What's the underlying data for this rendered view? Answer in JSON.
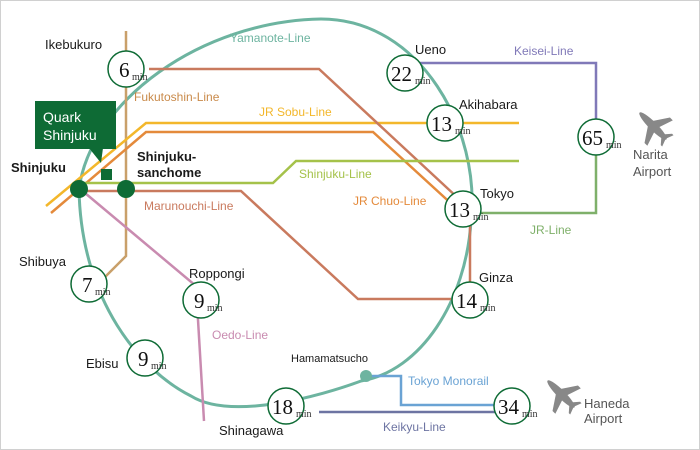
{
  "title": "Access map to Quark Shinjuku",
  "colors": {
    "yamanote": "#6db4a0",
    "fukutoshin": "#c9a06a",
    "sobu": "#f3b72b",
    "chuo": "#e48a3b",
    "marunouchi": "#c97a5e",
    "shinjuku_line": "#a5c24a",
    "oedo": "#c98bb0",
    "keisei": "#8079b8",
    "jr_narita": "#7fb06a",
    "monorail": "#6aa3d4",
    "keikyu": "#6d74a2",
    "station_green": "#0e6b35",
    "airport_gray": "#888888"
  },
  "destination": {
    "label_line1": "Quark",
    "label_line2": "Shinjuku"
  },
  "origin_stations": [
    {
      "id": "shinjuku",
      "name": "Shinjuku"
    },
    {
      "id": "shinjuku-sanchome",
      "name_line1": "Shinjuku-",
      "name_line2": "sanchome"
    }
  ],
  "stations": [
    {
      "id": "ikebukuro",
      "name": "Ikebukuro",
      "minutes": "6",
      "unit": "min"
    },
    {
      "id": "ueno",
      "name": "Ueno",
      "minutes": "22",
      "unit": "min"
    },
    {
      "id": "akihabara",
      "name": "Akihabara",
      "minutes": "13",
      "unit": "min"
    },
    {
      "id": "tokyo",
      "name": "Tokyo",
      "minutes": "13",
      "unit": "min"
    },
    {
      "id": "ginza",
      "name": "Ginza",
      "minutes": "14",
      "unit": "min"
    },
    {
      "id": "shibuya",
      "name": "Shibuya",
      "minutes": "7",
      "unit": "min"
    },
    {
      "id": "roppongi",
      "name": "Roppongi",
      "minutes": "9",
      "unit": "min"
    },
    {
      "id": "ebisu",
      "name": "Ebisu",
      "minutes": "9",
      "unit": "min"
    },
    {
      "id": "shinagawa",
      "name": "Shinagawa",
      "minutes": "18",
      "unit": "min"
    },
    {
      "id": "narita",
      "name_line1": "Narita",
      "name_line2": "Airport",
      "minutes": "65",
      "unit": "min"
    },
    {
      "id": "haneda",
      "name_line1": "Haneda",
      "name_line2": "Airport",
      "minutes": "34",
      "unit": "min"
    }
  ],
  "transfer_points": [
    {
      "id": "hamamatsucho",
      "name": "Hamamatsucho"
    }
  ],
  "lines": {
    "yamanote": "Yamanote-Line",
    "fukutoshin": "Fukutoshin-Line",
    "sobu": "JR Sobu-Line",
    "shinjuku_line": "Shinjuku-Line",
    "marunouchi": "Marunouchi-Line",
    "chuo": "JR Chuo-Line",
    "oedo": "Oedo-Line",
    "keisei": "Keisei-Line",
    "jr_narita": "JR-Line",
    "monorail": "Tokyo Monorail",
    "keikyu": "Keikyu-Line"
  }
}
